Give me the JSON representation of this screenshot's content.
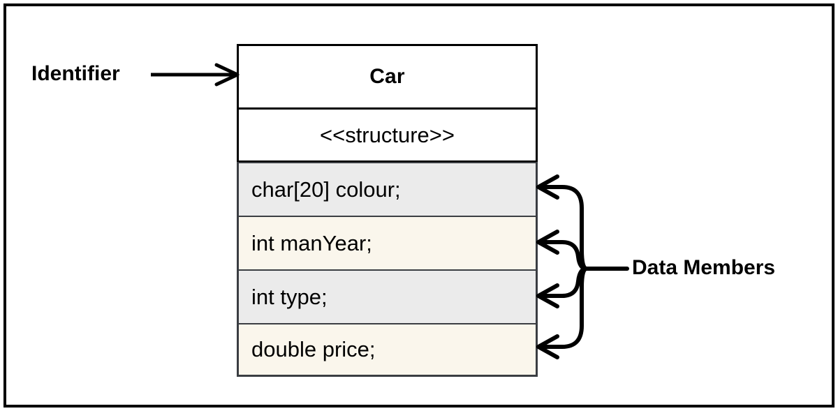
{
  "diagram": {
    "type": "uml-structure-class-box",
    "title": "Car structure diagram",
    "background_color": "#ffffff",
    "frame_color": "#000000"
  },
  "struct_box": {
    "identifier": "Car",
    "stereotype": "<<structure>>",
    "border_color": "#3a3d42",
    "header_border_color": "#000000",
    "members": [
      {
        "text": "char[20] colour;",
        "row_color": "#ebebeb"
      },
      {
        "text": "int manYear;",
        "row_color": "#faf6ec"
      },
      {
        "text": "int type;",
        "row_color": "#ebebeb"
      },
      {
        "text": "double price;",
        "row_color": "#faf6ec"
      }
    ]
  },
  "annotations": {
    "identifier_label": "Identifier",
    "data_members_label": "Data Members",
    "arrow_color": "#000000",
    "brace_color": "#000000"
  }
}
